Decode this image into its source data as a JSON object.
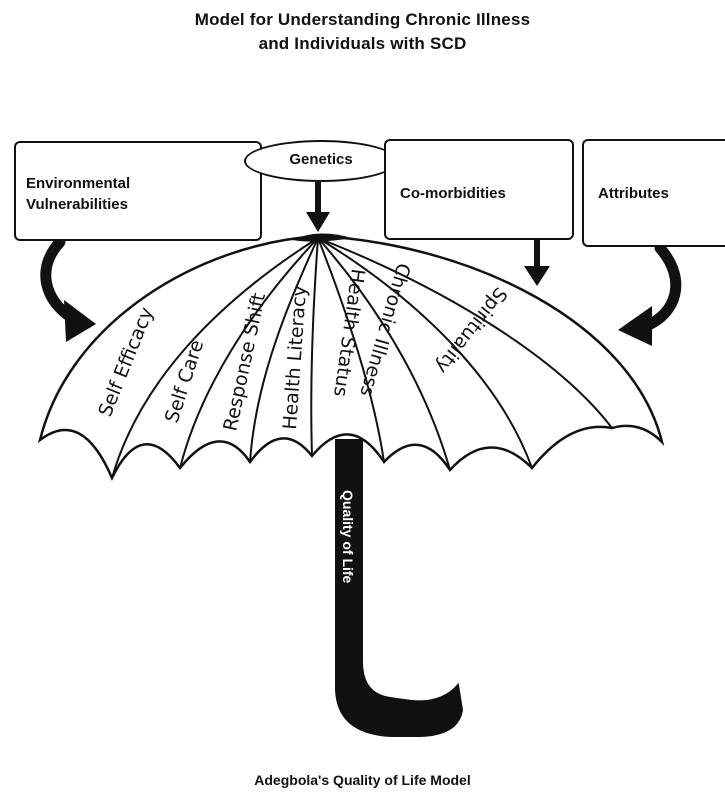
{
  "title": {
    "line1": "Model for Understanding Chronic Illness",
    "line2": "and Individuals with SCD"
  },
  "boxes": {
    "environmental": {
      "line1": "Environmental",
      "line2": "Vulnerabilities"
    },
    "genetics": "Genetics",
    "comorbidities": "Co-morbidities",
    "attributes": "Attributes"
  },
  "umbrella_panels": [
    "Self Efficacy",
    "Self Care",
    "Response Shift",
    "Health Literacy",
    "Health Status",
    "Chronic Illness",
    "Spirituality"
  ],
  "handle_label": "Quality of Life",
  "caption": "Adegbola's Quality of Life Model"
}
